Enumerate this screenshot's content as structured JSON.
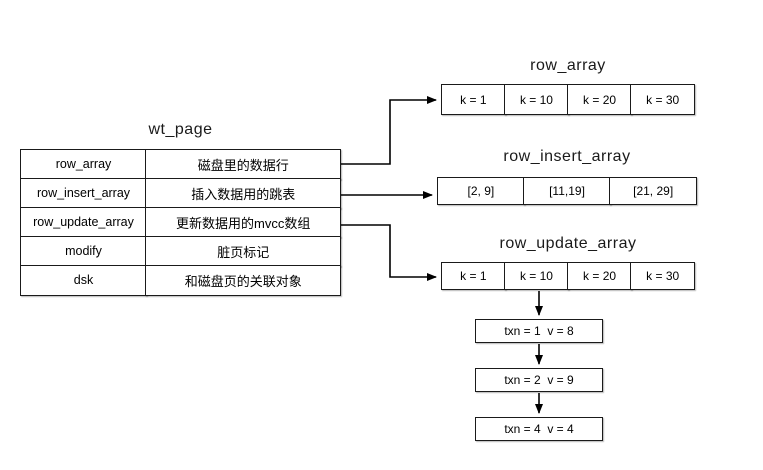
{
  "diagram": {
    "wt_page": {
      "title": "wt_page",
      "rows": [
        {
          "field": "row_array",
          "desc": "磁盘里的数据行"
        },
        {
          "field": "row_insert_array",
          "desc": "插入数据用的跳表"
        },
        {
          "field": "row_update_array",
          "desc": "更新数据用的mvcc数组"
        },
        {
          "field": "modify",
          "desc": "脏页标记"
        },
        {
          "field": "dsk",
          "desc": "和磁盘页的关联对象"
        }
      ]
    },
    "row_array": {
      "title": "row_array",
      "cells": [
        "k = 1",
        "k = 10",
        "k = 20",
        "k = 30"
      ]
    },
    "row_insert_array": {
      "title": "row_insert_array",
      "cells": [
        "[2, 9]",
        "[11,19]",
        "[21, 29]"
      ]
    },
    "row_update_array": {
      "title": "row_update_array",
      "cells": [
        "k = 1",
        "k = 10",
        "k = 20",
        "k = 30"
      ]
    },
    "txn_chain": [
      "txn = 1  v = 8",
      "txn = 2  v = 9",
      "txn = 4  v = 4"
    ]
  },
  "colors": {
    "background": "#ffffff",
    "stroke": "#000000",
    "text": "#000000"
  }
}
